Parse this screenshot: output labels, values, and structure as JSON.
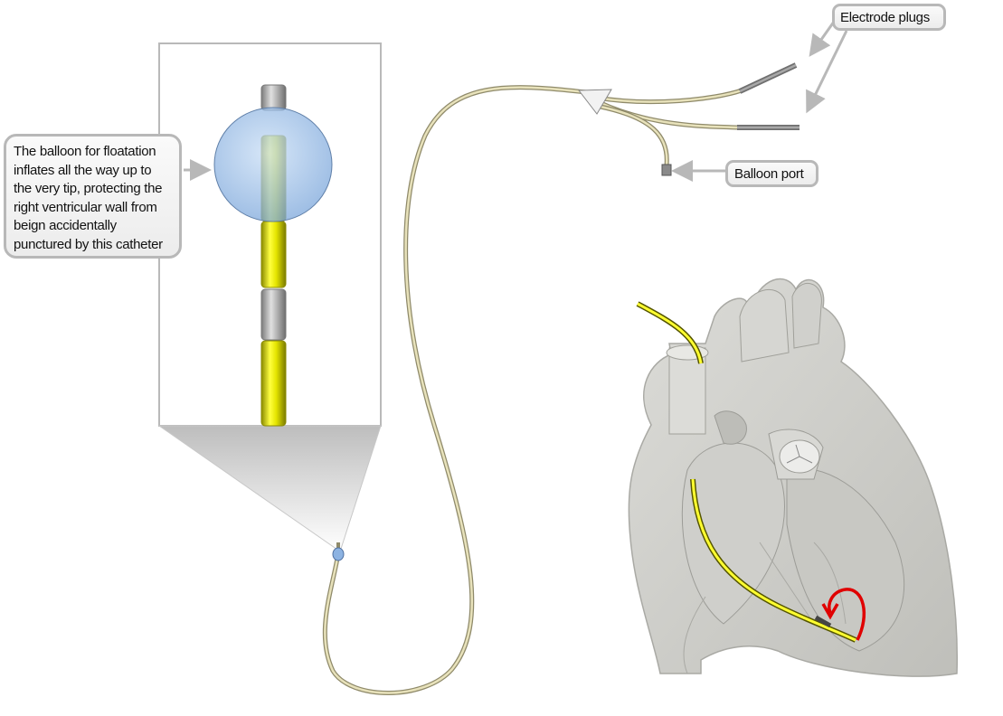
{
  "annotations": {
    "balloon_note": "The balloon for floatation inflates all the way up to the very tip, protecting the right ventricular wall from beign accidentally punctured by this catheter",
    "electrode_plugs": "Electrode plugs",
    "balloon_port": "Balloon port"
  },
  "colors": {
    "catheter_tube": "#d9d3a6",
    "catheter_outline": "#8f8a6a",
    "catheter_segment": "#e6e600",
    "electrode": "#9e9e9e",
    "balloon": "#9ec3ea",
    "arrow": "#b8b8b8",
    "heart": "#c9c9c5",
    "loop_arrow": "#e00000"
  }
}
